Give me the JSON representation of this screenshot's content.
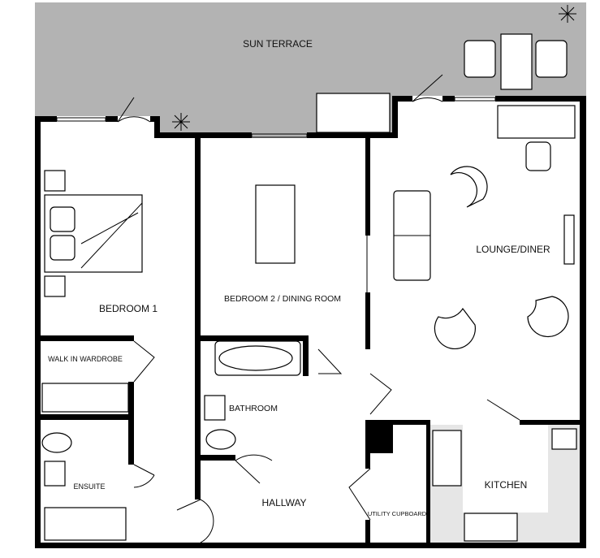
{
  "plan": {
    "rooms": {
      "sun_terrace": "SUN TERRACE",
      "bedroom1": "BEDROOM 1",
      "walk_in_wardrobe": "WALK IN WARDROBE",
      "ensuite": "ENSUITE",
      "bedroom2": "BEDROOM 2 / DINING ROOM",
      "bathroom": "BATHROOM",
      "hallway": "HALLWAY",
      "utility": "UTILITY CUPBOARD",
      "lounge": "LOUNGE/DINER",
      "kitchen": "KITCHEN"
    },
    "colors": {
      "terrace": "#b3b3b3",
      "kitchen_floor": "#e6e6e6",
      "walls": "#000000"
    }
  }
}
